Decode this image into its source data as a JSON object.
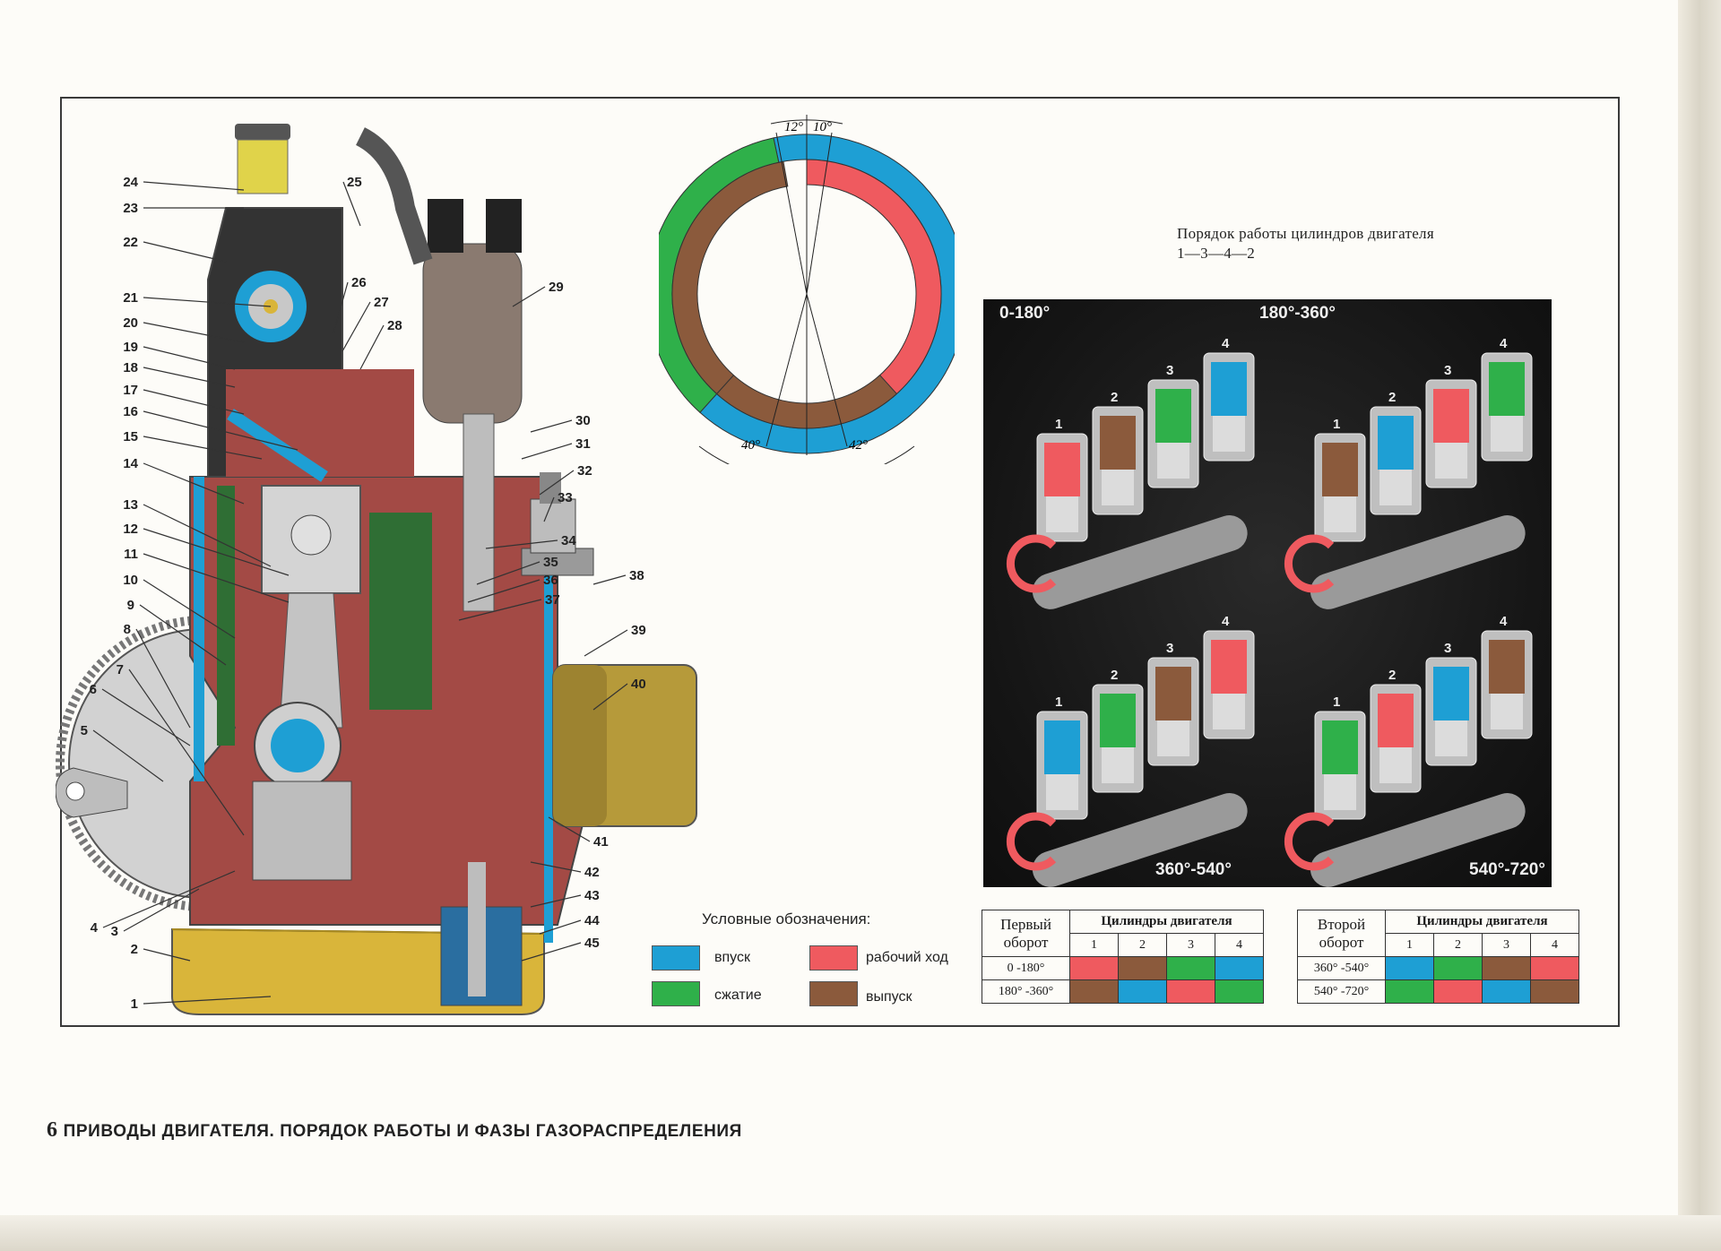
{
  "colors": {
    "intake": "#1e9fd4",
    "compression": "#2fb04a",
    "power": "#ef5a5f",
    "exhaust": "#8b5a3c",
    "block": "#a34a45",
    "oil": "#d9b53a",
    "metal": "#bdbdbd"
  },
  "engine_labels": [
    "1",
    "2",
    "3",
    "4",
    "5",
    "6",
    "7",
    "8",
    "9",
    "10",
    "11",
    "12",
    "13",
    "14",
    "15",
    "16",
    "17",
    "18",
    "19",
    "20",
    "21",
    "22",
    "23",
    "24",
    "25",
    "26",
    "27",
    "28",
    "29",
    "30",
    "31",
    "32",
    "33",
    "34",
    "35",
    "36",
    "37",
    "38",
    "39",
    "40",
    "41",
    "42",
    "43",
    "44",
    "45"
  ],
  "timing": {
    "angles": [
      "12°",
      "10°",
      "40°",
      "42°"
    ]
  },
  "firing_order": {
    "line1": "Порядок работы цилиндров двигателя",
    "line2": "1—3—4—2"
  },
  "photo_panel": {
    "quadrants": [
      "0-180°",
      "180°-360°",
      "360°-540°",
      "540°-720°"
    ],
    "cylinder_numbers": [
      "1",
      "2",
      "3",
      "4"
    ]
  },
  "legend": {
    "title": "Условные обозначения:",
    "items": [
      {
        "label": "впуск",
        "color": "#1e9fd4"
      },
      {
        "label": "рабочий ход",
        "color": "#ef5a5f"
      },
      {
        "label": "сжатие",
        "color": "#2fb04a"
      },
      {
        "label": "выпуск",
        "color": "#8b5a3c"
      }
    ]
  },
  "tables": [
    {
      "revolution": [
        "Первый",
        "оборот"
      ],
      "header": "Цилиндры двигателя",
      "cylinders": [
        "1",
        "2",
        "3",
        "4"
      ],
      "rows": [
        {
          "range": "0 -180°",
          "phases": [
            "power",
            "exhaust",
            "compression",
            "intake"
          ]
        },
        {
          "range": "180° -360°",
          "phases": [
            "exhaust",
            "intake",
            "power",
            "compression"
          ]
        }
      ]
    },
    {
      "revolution": [
        "Второй",
        "оборот"
      ],
      "header": "Цилиндры двигателя",
      "cylinders": [
        "1",
        "2",
        "3",
        "4"
      ],
      "rows": [
        {
          "range": "360° -540°",
          "phases": [
            "intake",
            "compression",
            "exhaust",
            "power"
          ]
        },
        {
          "range": "540° -720°",
          "phases": [
            "compression",
            "power",
            "intake",
            "exhaust"
          ]
        }
      ]
    }
  ],
  "footer": {
    "page_number": "6",
    "title": "ПРИВОДЫ ДВИГАТЕЛЯ. ПОРЯДОК РАБОТЫ И ФАЗЫ ГАЗОРАСПРЕДЕЛЕНИЯ"
  }
}
